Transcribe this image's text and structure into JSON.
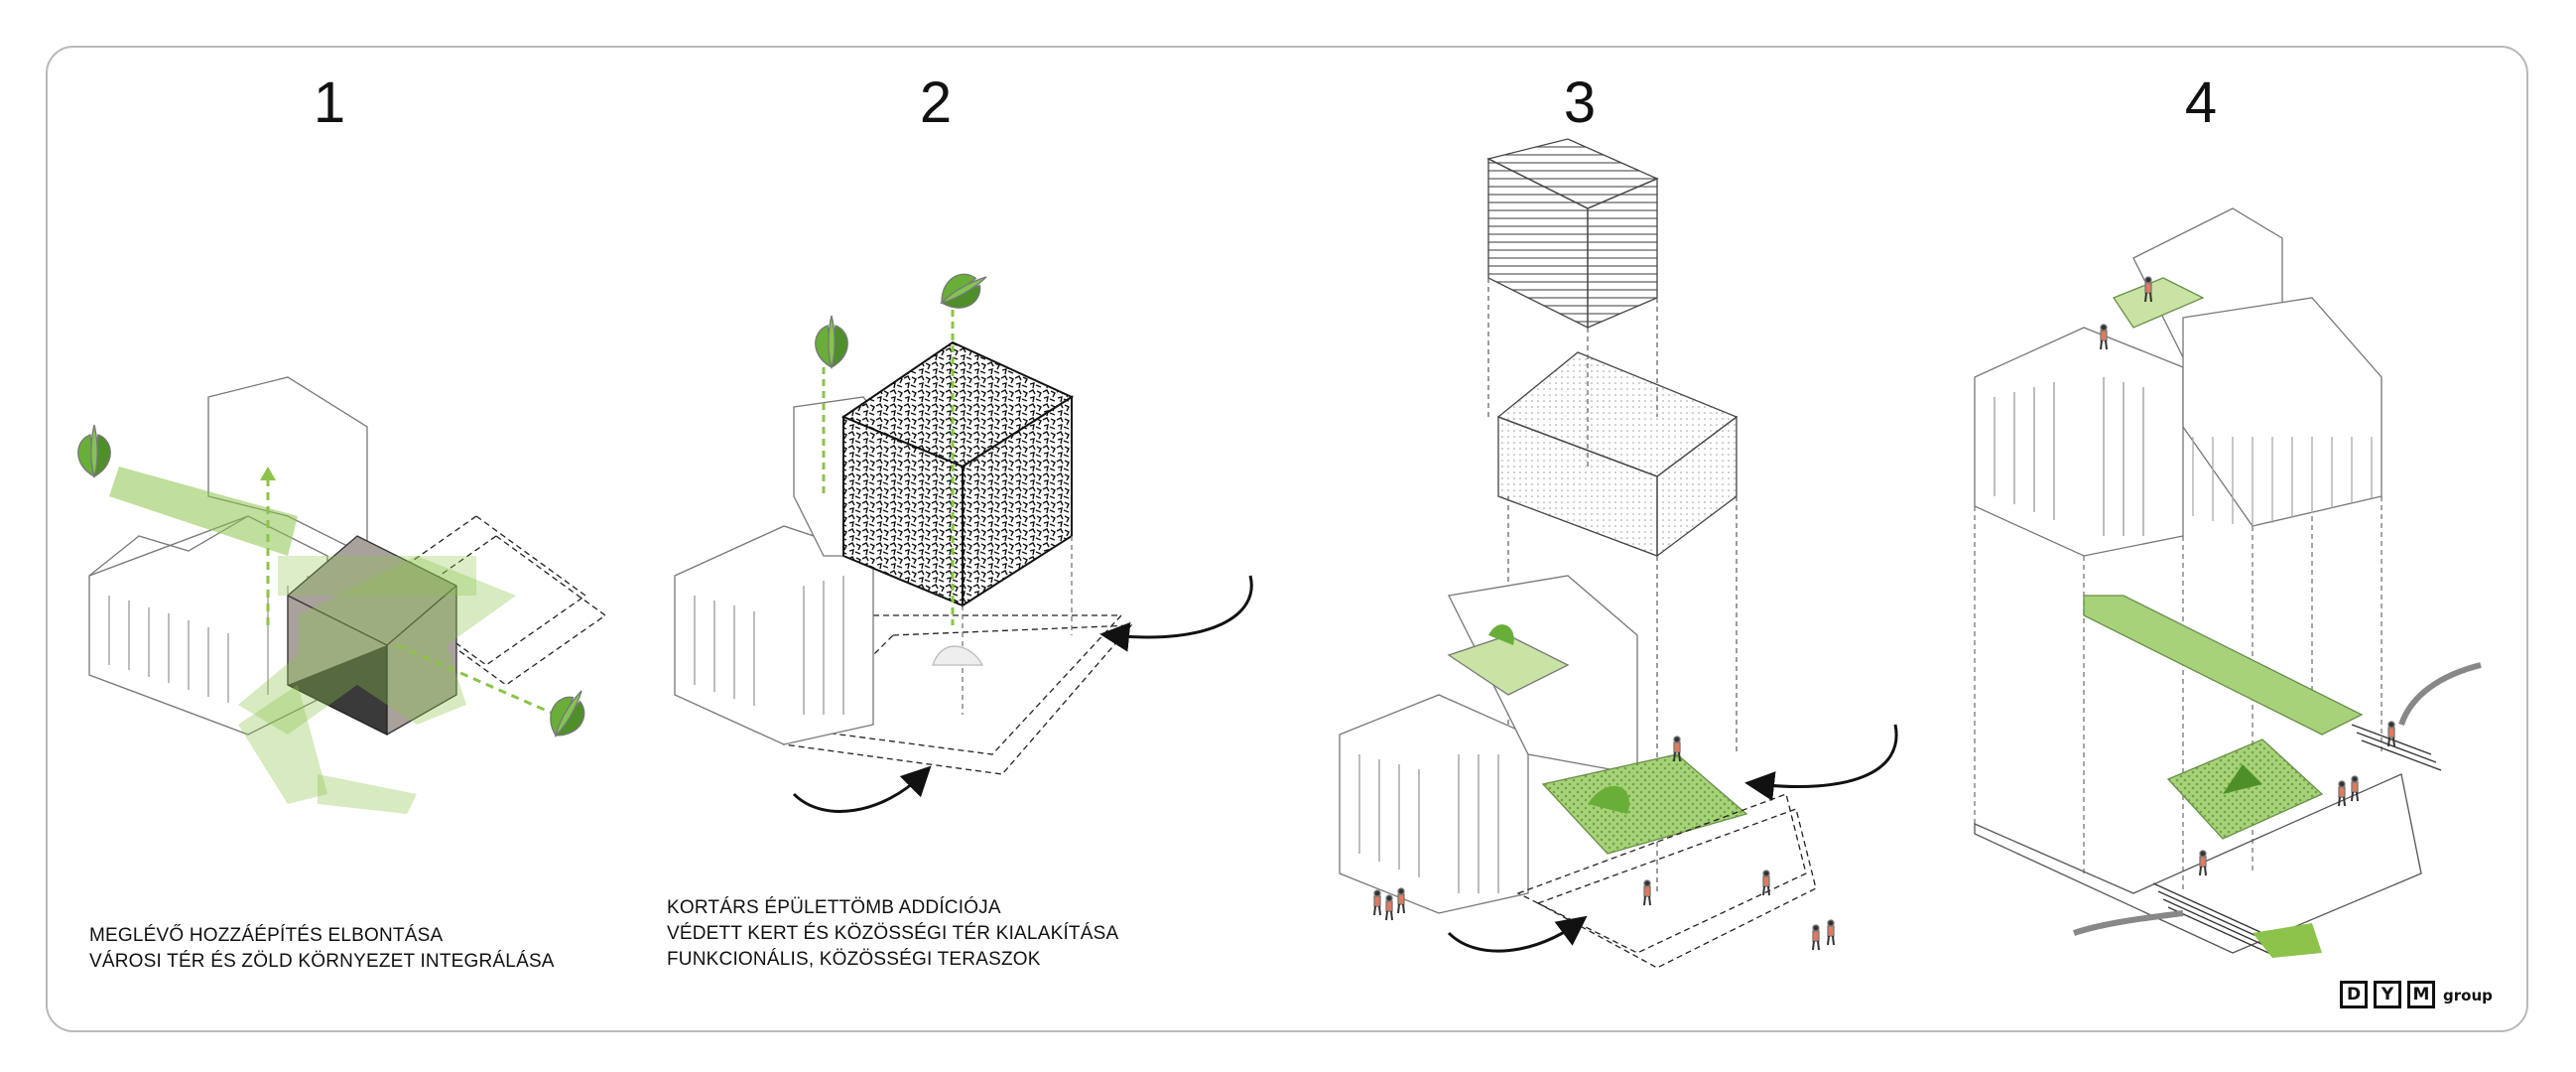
{
  "steps": [
    {
      "number": "1",
      "caption": [
        "MEGLÉVŐ HOZZÁÉPÍTÉS ELBONTÁSA",
        "VÁROSI TÉR ÉS ZÖLD KÖRNYEZET INTEGRÁLÁSA"
      ]
    },
    {
      "number": "2",
      "caption": [
        "KORTÁRS ÉPÜLETTÖMB ADDÍCIÓJA",
        "VÉDETT KERT ÉS KÖZÖSSÉGI TÉR KIALAKÍTÁSA",
        "FUNKCIONÁLIS, KÖZÖSSÉGI TERASZOK"
      ]
    },
    {
      "number": "3",
      "caption": []
    },
    {
      "number": "4",
      "caption": []
    }
  ],
  "logo": {
    "letters": [
      "D",
      "Y",
      "M"
    ],
    "word": "group"
  },
  "colors": {
    "green": "#8cc34a",
    "light_green": "#c9e3a4",
    "dark_block": "#3a3a3a",
    "frame": "#b9b9b9",
    "line": "#555555"
  }
}
